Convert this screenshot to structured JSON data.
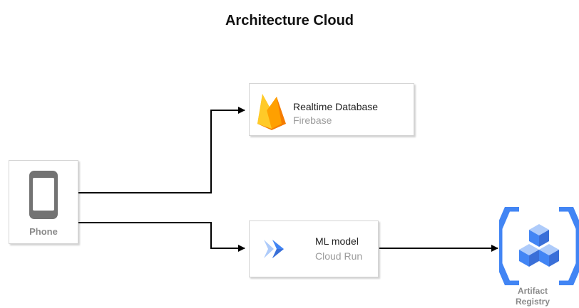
{
  "title": "Architecture Cloud",
  "nodes": {
    "phone": {
      "label": "Phone",
      "icon": "phone-icon"
    },
    "realtime_db": {
      "name": "Realtime Database",
      "sub": "Firebase",
      "icon": "firebase-icon"
    },
    "ml_model": {
      "name": "ML model",
      "sub": "Cloud Run",
      "icon": "cloud-run-icon"
    },
    "artifact_registry": {
      "label": "Artifact Registry",
      "icon": "artifact-registry-icon"
    }
  },
  "colors": {
    "google_blue": "#4285f4",
    "blue_dark": "#3a6fd8",
    "blue_light": "#aecbfa",
    "firebase_yellow": "#ffca28",
    "firebase_orange": "#ffa000",
    "firebase_red": "#f57c00",
    "gray_icon": "#737373",
    "edge": "#000000"
  }
}
